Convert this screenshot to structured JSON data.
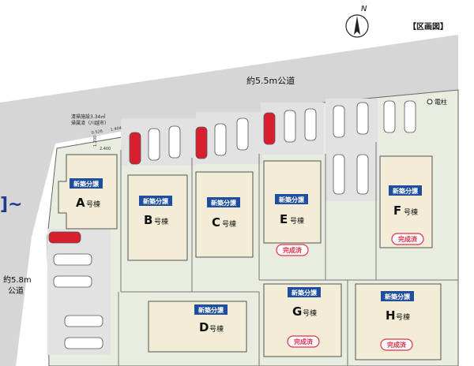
{
  "legend": "【区画図】",
  "compass": {
    "label": "N"
  },
  "road_north": "約5.5m公道",
  "road_west": {
    "line1": "約5.8m",
    "line2": "公道"
  },
  "arrow_text": "]~",
  "utility_pole": "電柱",
  "facility": {
    "line1": "清掃施設3.34㎡",
    "line2": "帰属済（川越市）"
  },
  "dims": [
    "0.526",
    "1.404",
    "2.400",
    "1.200"
  ],
  "badge_new": "新築分譲",
  "badge_done": "完成済",
  "lots": [
    {
      "id": "A",
      "suffix": "号棟",
      "sold": false
    },
    {
      "id": "B",
      "suffix": "号棟",
      "sold": false
    },
    {
      "id": "C",
      "suffix": "号棟",
      "sold": false
    },
    {
      "id": "D",
      "suffix": "号棟",
      "sold": false
    },
    {
      "id": "E",
      "suffix": "号棟",
      "sold": true
    },
    {
      "id": "F",
      "suffix": "号棟",
      "sold": true
    },
    {
      "id": "G",
      "suffix": "号棟",
      "sold": true
    },
    {
      "id": "H",
      "suffix": "号棟",
      "sold": true
    }
  ],
  "colors": {
    "road": "#d6d6d6",
    "lot": "#e6ecdd",
    "building": "#f3ecd6",
    "badge": "#1f4f9c",
    "sold": "#e0314a",
    "car_white": "#ffffff",
    "car_red": "#d81f30"
  }
}
